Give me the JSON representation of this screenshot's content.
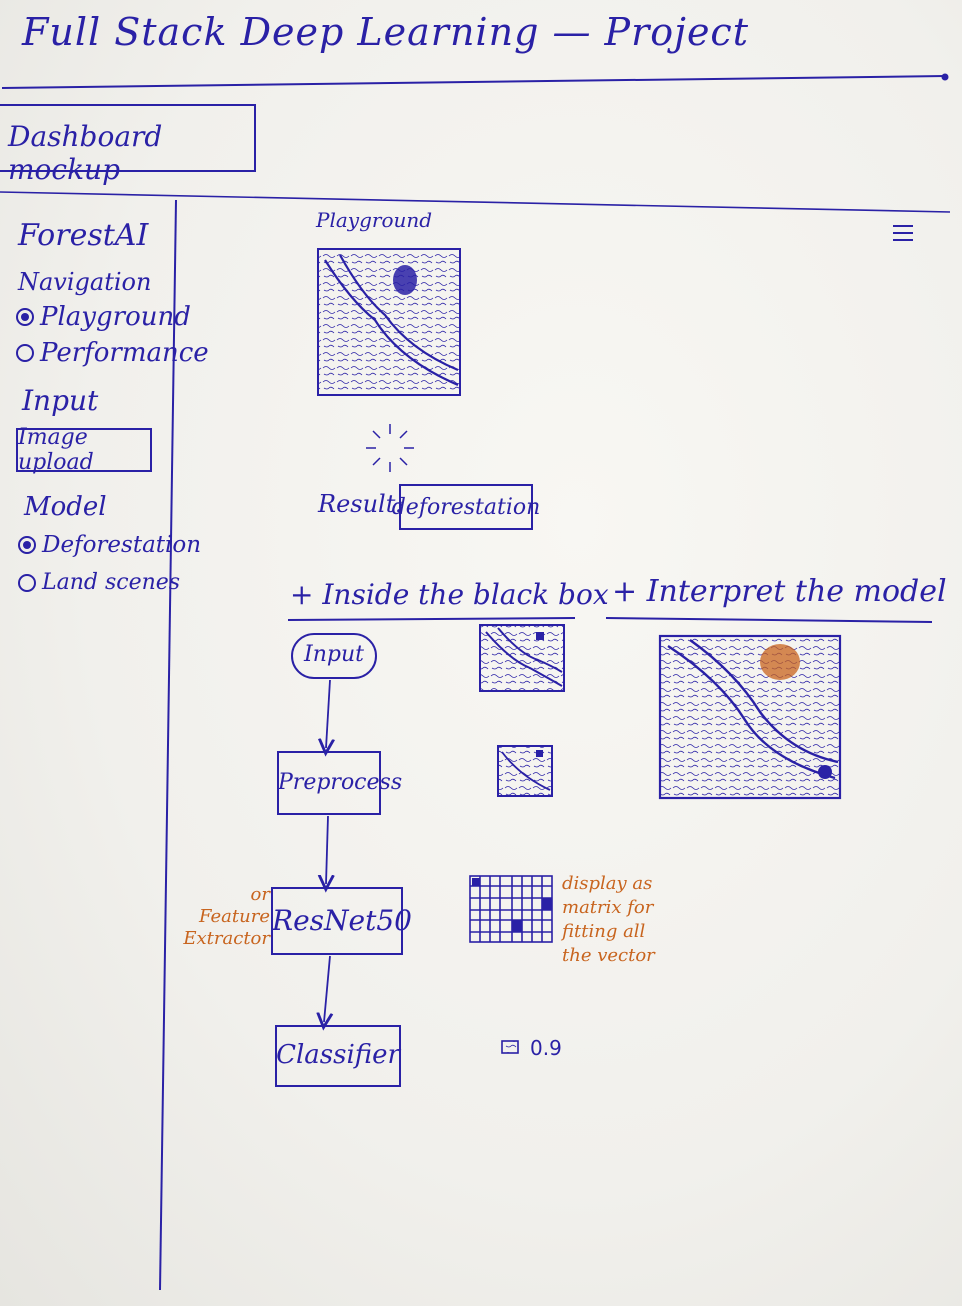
{
  "header": {
    "title": "Full Stack Deep Learning — Project",
    "tab_label": "Dashboard mockup"
  },
  "sidebar": {
    "app_name": "ForestAI",
    "navigation": {
      "heading": "Navigation",
      "options": [
        {
          "label": "Playground",
          "selected": true
        },
        {
          "label": "Performance",
          "selected": false
        }
      ]
    },
    "input": {
      "heading": "Input",
      "upload_button": "Image upload"
    },
    "model": {
      "heading": "Model",
      "options": [
        {
          "label": "Deforestation",
          "selected": true
        },
        {
          "label": "Land scenes",
          "selected": false
        }
      ]
    }
  },
  "main": {
    "playground_label": "Playground",
    "result_label": "Result:",
    "result_value": "deforestation",
    "section_black_box": "+ Inside the black box",
    "section_interpret": "+ Interpret the model",
    "pipeline": {
      "steps": [
        "Input",
        "Preprocess",
        "ResNet50",
        "Classifier"
      ],
      "side_note": "or Feature Extractor",
      "matrix_note": "display as matrix for fitting all the vector",
      "score": "0.9"
    }
  },
  "colors": {
    "ink": "#2a21a6",
    "accent_orange": "#c8641e",
    "paper": "#f4f3ef"
  }
}
